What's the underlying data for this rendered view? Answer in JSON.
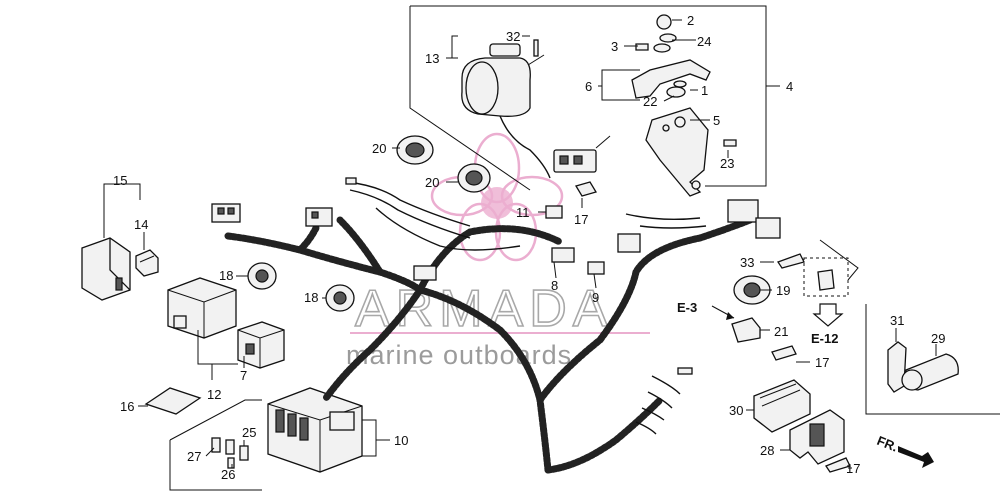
{
  "callouts": {
    "n1": "1",
    "n2": "2",
    "n3": "3",
    "n4": "4",
    "n5": "5",
    "n6": "6",
    "n7": "7",
    "n8": "8",
    "n9": "9",
    "n10": "10",
    "n11": "11",
    "n12": "12",
    "n13": "13",
    "n14": "14",
    "n15": "15",
    "n16": "16",
    "n17a": "17",
    "n17b": "17",
    "n17c": "17",
    "n18a": "18",
    "n18b": "18",
    "n19": "19",
    "n20a": "20",
    "n20b": "20",
    "n21": "21",
    "n22": "22",
    "n23": "23",
    "n24": "24",
    "n25": "25",
    "n26": "26",
    "n27": "27",
    "n28": "28",
    "n29": "29",
    "n30": "30",
    "n31": "31",
    "n32": "32",
    "n33": "33"
  },
  "references": {
    "e3": "E-3",
    "e12": "E-12",
    "front": "FR."
  },
  "watermark": {
    "title": "ARMADA",
    "subtitle": "marine outboards",
    "colors": {
      "petal": "#e8a0c8",
      "text": "#8a8a8a"
    }
  }
}
